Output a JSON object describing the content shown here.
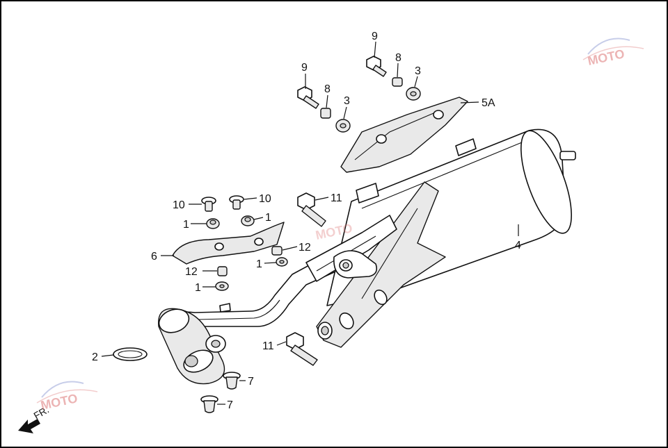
{
  "callouts": [
    {
      "id": "c9a",
      "text": "9"
    },
    {
      "id": "c8a",
      "text": "8"
    },
    {
      "id": "c3a",
      "text": "3"
    },
    {
      "id": "c9b",
      "text": "9"
    },
    {
      "id": "c8b",
      "text": "8"
    },
    {
      "id": "c3b",
      "text": "3"
    },
    {
      "id": "c5a",
      "text": "5A"
    },
    {
      "id": "c10a",
      "text": "10"
    },
    {
      "id": "c10b",
      "text": "10"
    },
    {
      "id": "c11a",
      "text": "11"
    },
    {
      "id": "c1a",
      "text": "1"
    },
    {
      "id": "c1b",
      "text": "1"
    },
    {
      "id": "c4",
      "text": "4"
    },
    {
      "id": "c12a",
      "text": "12"
    },
    {
      "id": "c6",
      "text": "6"
    },
    {
      "id": "c1c",
      "text": "1"
    },
    {
      "id": "c12b",
      "text": "12"
    },
    {
      "id": "c1d",
      "text": "1"
    },
    {
      "id": "c11b",
      "text": "11"
    },
    {
      "id": "c2",
      "text": "2"
    },
    {
      "id": "c7a",
      "text": "7"
    },
    {
      "id": "c7b",
      "text": "7"
    }
  ],
  "front_indicator": {
    "text": "FR."
  },
  "watermark": {
    "text": "MOTO"
  }
}
